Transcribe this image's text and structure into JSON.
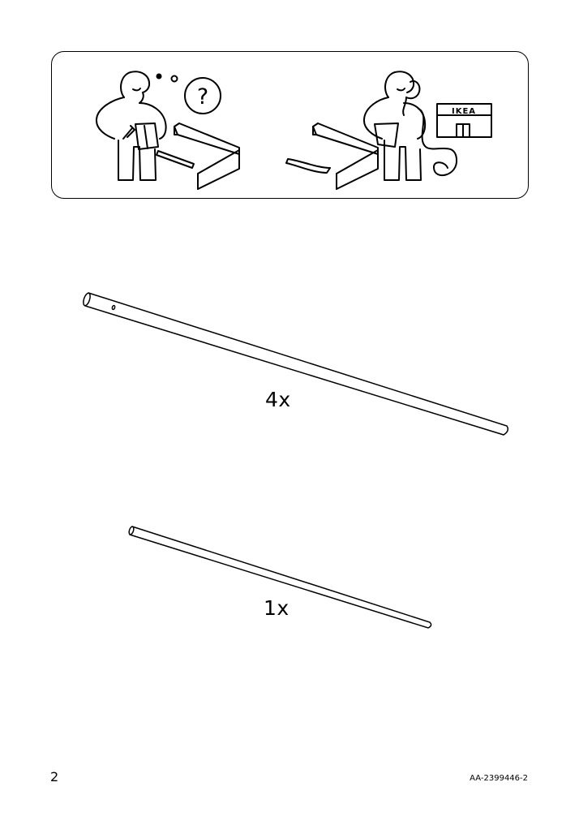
{
  "help_panel": {
    "store_sign": "IKEA",
    "question_mark": "?"
  },
  "parts": [
    {
      "quantity": "4x"
    },
    {
      "quantity": "1x"
    }
  ],
  "footer": {
    "page_number": "2",
    "doc_code": "AA-2399446-2"
  }
}
